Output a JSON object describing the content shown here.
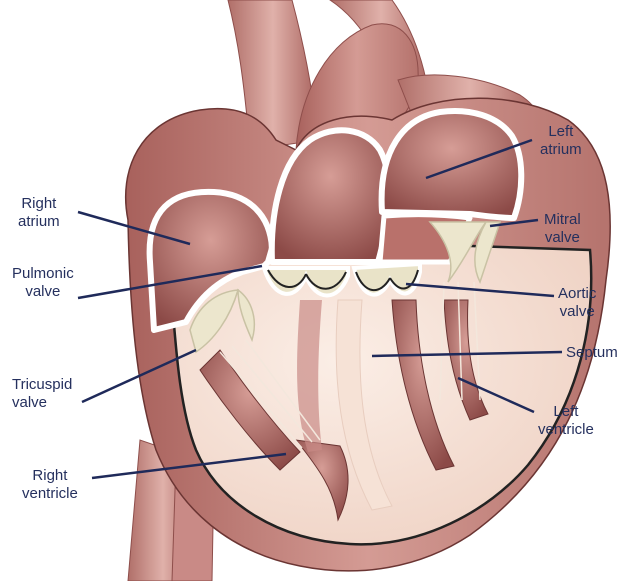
{
  "labels": {
    "right_atrium": [
      "Right",
      "atrium"
    ],
    "pulmonic_valve": [
      "Pulmonic",
      "valve"
    ],
    "tricuspid_valve": [
      "Tricuspid",
      "valve"
    ],
    "right_ventricle": [
      "Right",
      "ventricle"
    ],
    "left_atrium": [
      "Left",
      "atrium"
    ],
    "mitral_valve": [
      "Mitral",
      "valve"
    ],
    "aortic_valve": [
      "Aortic",
      "valve"
    ],
    "septum": "Septum",
    "left_ventricle": [
      "Left",
      "ventricle"
    ]
  },
  "colors": {
    "label_text": "#25305e",
    "leader_line": "#1f2a5a",
    "muscle": "#c98a86",
    "muscle_dark": "#8e4e4b",
    "chamber_interior": "#f6e2d6",
    "valve": "#e9e3c8"
  }
}
